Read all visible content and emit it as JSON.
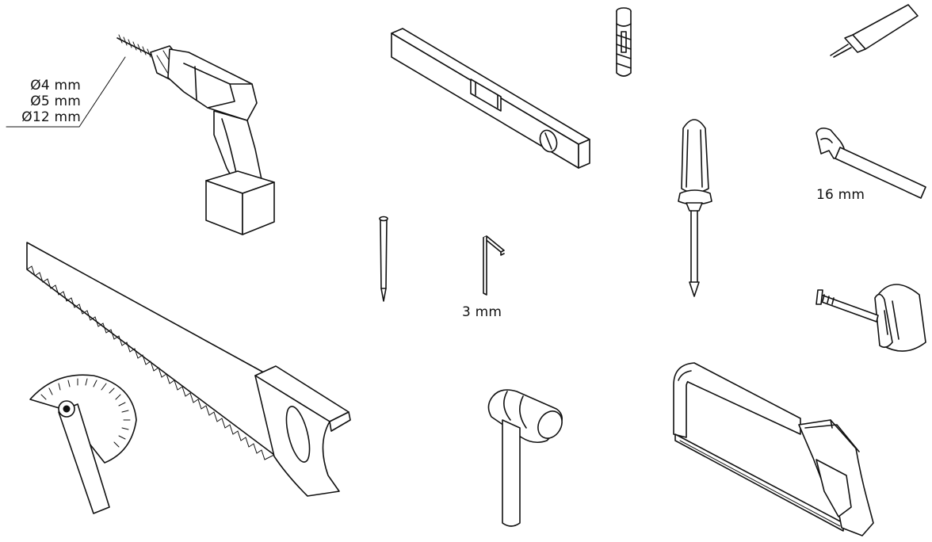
{
  "labels": {
    "drill_bits": [
      "Ø4 mm",
      "Ø5 mm",
      "Ø12 mm"
    ],
    "hex_key": "3 mm",
    "wrench": "16 mm"
  },
  "tools": [
    "drill-with-bit",
    "spirit-level",
    "wall-plug",
    "glue-tube",
    "screwdriver",
    "open-end-wrench",
    "nail",
    "hex-key",
    "tape-measure",
    "hand-saw",
    "protractor",
    "hammer",
    "hacksaw"
  ]
}
